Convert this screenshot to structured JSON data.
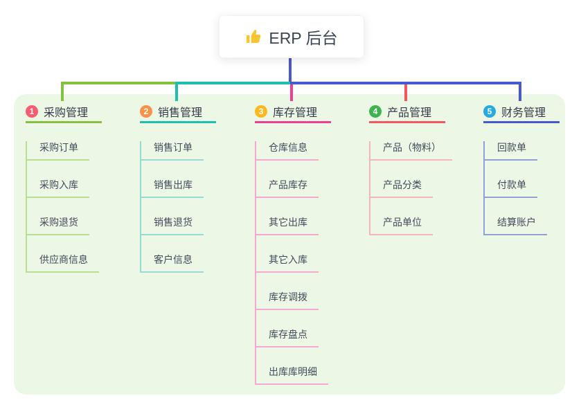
{
  "root": {
    "icon": "thumbs-up-icon",
    "title": "ERP 后台",
    "icon_color": "#f7c531"
  },
  "panel": {
    "background": "#ecf7e6"
  },
  "connectors": {
    "root": "#4758d2",
    "segments": [
      "#85c140",
      "#1ec0ad",
      "#4758d2"
    ]
  },
  "branches": [
    {
      "number": "1",
      "title": "采购管理",
      "badge_color": "#f75c70",
      "line_color": "#85c140",
      "child_line_color": "#b9de91",
      "children": [
        "采购订单",
        "采购入库",
        "采购退货",
        "供应商信息"
      ]
    },
    {
      "number": "2",
      "title": "销售管理",
      "badge_color": "#f8924b",
      "line_color": "#1ec0ad",
      "child_line_color": "#93dcd2",
      "children": [
        "销售订单",
        "销售出库",
        "销售退货",
        "客户信息"
      ]
    },
    {
      "number": "3",
      "title": "库存管理",
      "badge_color": "#fab91f",
      "line_color": "#ef3d96",
      "child_line_color": "#f6a7d2",
      "children": [
        "仓库信息",
        "产品库存",
        "其它出库",
        "其它入库",
        "库存调拨",
        "库存盘点",
        "出库库明细"
      ]
    },
    {
      "number": "4",
      "title": "产品管理",
      "badge_color": "#3eb44f",
      "line_color": "#f4565f",
      "child_line_color": "#f9b3bb",
      "children": [
        "产品（物料）",
        "产品分类",
        "产品单位"
      ]
    },
    {
      "number": "5",
      "title": "财务管理",
      "badge_color": "#2aa8e0",
      "line_color": "#4758d2",
      "child_line_color": "#8fa0d8",
      "children": [
        "回款单",
        "付款单",
        "结算账户"
      ]
    }
  ]
}
